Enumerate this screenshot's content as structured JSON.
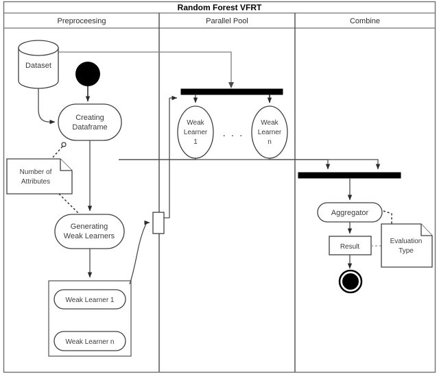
{
  "diagram": {
    "title": "Random Forest VFRT",
    "lanes": [
      {
        "id": "preprocessing",
        "label": "Preproceesing"
      },
      {
        "id": "parallel-pool",
        "label": "Parallel Pool"
      },
      {
        "id": "combine",
        "label": "Combine"
      }
    ],
    "nodes": {
      "dataset": "Dataset",
      "creating_dataframe_line1": "Creating",
      "creating_dataframe_line2": "Dataframe",
      "number_of_attributes_line1": "Number of",
      "number_of_attributes_line2": "Attributes",
      "generating_line1": "Generating",
      "generating_line2": "Weak Learners",
      "weak_learner_1_box": "Weak Learner 1",
      "weak_learner_n_box": "Weak Learner n",
      "pool_wl1_line1": "Weak",
      "pool_wl1_line2": "Learner",
      "pool_wl1_line3": "1",
      "pool_wln_line1": "Weak",
      "pool_wln_line2": "Learner",
      "pool_wln_line3": "n",
      "ellipsis": ". . .",
      "aggregator": "Aggregator",
      "result": "Result",
      "evaluation_type_line1": "Evaluation",
      "evaluation_type_line2": "Type"
    },
    "colors": {
      "frame": "#6f6f6f",
      "shape_stroke": "#3d3d3d",
      "fill": "#ffffff",
      "bar": "#000000",
      "text": "#3a3a3a"
    }
  }
}
